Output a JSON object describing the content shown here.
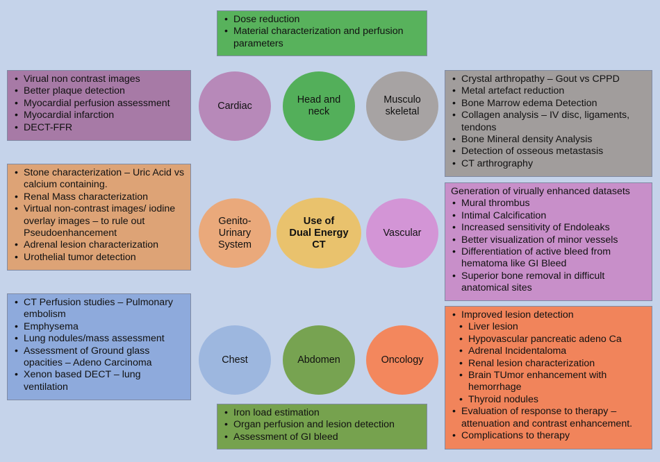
{
  "center": {
    "label": "Use of\nDual Energy\nCT",
    "color": "#e9c26d"
  },
  "circles": [
    {
      "id": "cardiac",
      "label": "Cardiac",
      "color": "#b789b9"
    },
    {
      "id": "head",
      "label": "Head and\nneck",
      "color": "#53af5a"
    },
    {
      "id": "msk",
      "label": "Musculo\nskeletal",
      "color": "#a7a3a3"
    },
    {
      "id": "gu",
      "label": "Genito-\nUrinary\nSystem",
      "color": "#eaa97b"
    },
    {
      "id": "vascular",
      "label": "Vascular",
      "color": "#d395d6"
    },
    {
      "id": "chest",
      "label": "Chest",
      "color": "#9db7df"
    },
    {
      "id": "abdomen",
      "label": "Abdomen",
      "color": "#77a351"
    },
    {
      "id": "oncology",
      "label": "Oncology",
      "color": "#f3875d"
    }
  ],
  "boxes": {
    "head": {
      "color": "#58b25c",
      "items": [
        {
          "text": "Dose reduction"
        },
        {
          "text": "Material characterization and perfusion parameters"
        }
      ]
    },
    "cardiac": {
      "color": "#a77aa6",
      "items": [
        {
          "text": "Virual non contrast images"
        },
        {
          "text": "Better plaque detection"
        },
        {
          "text": "Myocardial perfusion assessment"
        },
        {
          "text": "Myocardial infarction"
        },
        {
          "text": "DECT-FFR"
        }
      ]
    },
    "msk": {
      "color": "#a19d9c",
      "items": [
        {
          "text": "Crystal arthropathy – Gout vs CPPD"
        },
        {
          "text": "Metal artefact reduction"
        },
        {
          "text": "Bone Marrow edema Detection"
        },
        {
          "text": "Collagen analysis – IV disc, ligaments, tendons"
        },
        {
          "text": "Bone Mineral density Analysis"
        },
        {
          "text": "Detection of osseous metastasis"
        },
        {
          "text": "CT arthrography"
        }
      ]
    },
    "gu": {
      "color": "#dda376",
      "items": [
        {
          "text": "Stone characterization – Uric Acid vs calcium containing."
        },
        {
          "text": "Renal Mass characterization"
        },
        {
          "text": "Virtual non-contrast images/ iodine overlay images – to rule out Pseudoenhancement"
        },
        {
          "text": "Adrenal lesion characterization"
        },
        {
          "text": "Urothelial tumor detection"
        }
      ]
    },
    "vascular": {
      "color": "#c88fc9",
      "heading": "Generation of virually enhanced datasets",
      "items": [
        {
          "text": "Mural thrombus"
        },
        {
          "text": "Intimal Calcification"
        },
        {
          "text": "Increased sensitivity of Endoleaks"
        },
        {
          "text": "Better visualization of minor vessels"
        },
        {
          "text": "Differentiation of active bleed from hematoma like GI Bleed"
        },
        {
          "text": "Superior bone removal in difficult anatomical sites"
        }
      ]
    },
    "chest": {
      "color": "#8eaadc",
      "items": [
        {
          "text": "CT Perfusion studies – Pulmonary embolism"
        },
        {
          "text": "Emphysema"
        },
        {
          "text": "Lung nodules/mass assessment"
        },
        {
          "text": "Assessment of Ground glass opacities – Adeno Carcinoma"
        },
        {
          "text": "Xenon based DECT – lung ventilation"
        }
      ]
    },
    "abdomen": {
      "color": "#76a24e",
      "items": [
        {
          "text": "Iron load estimation"
        },
        {
          "text": "Organ perfusion and lesion detection"
        },
        {
          "text": "Assessment of GI bleed"
        }
      ]
    },
    "oncology": {
      "color": "#f1845b",
      "items": [
        {
          "text": "Improved lesion detection"
        },
        {
          "text": "Liver lesion",
          "sub": true
        },
        {
          "text": "Hypovascular pancreatic adeno Ca",
          "sub": true
        },
        {
          "text": "Adrenal Incidentaloma",
          "sub": true
        },
        {
          "text": "Renal lesion characterization",
          "sub": true
        },
        {
          "text": "Brain TUmor enhancement with hemorrhage",
          "sub": true
        },
        {
          "text": "Thyroid nodules",
          "sub": true
        },
        {
          "text": "Evaluation of response to therapy – attenuation and contrast enhancement."
        },
        {
          "text": "Complications to therapy"
        }
      ]
    }
  }
}
